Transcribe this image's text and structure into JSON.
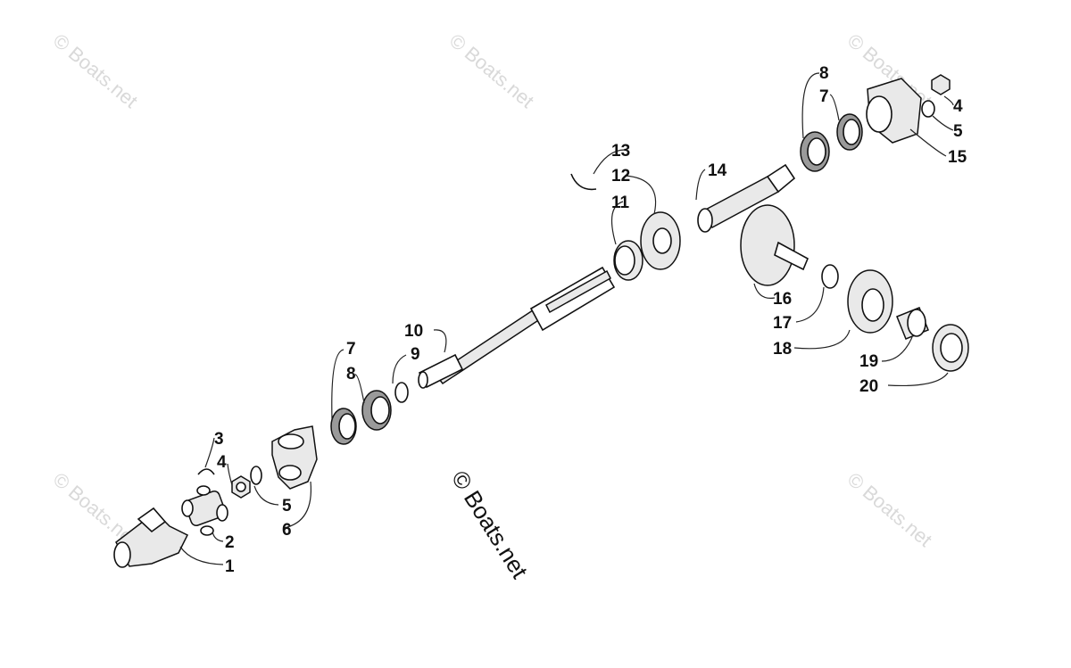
{
  "diagram": {
    "labels": [
      "1",
      "2",
      "3",
      "4",
      "5",
      "6",
      "7",
      "8",
      "9",
      "10",
      "11",
      "12",
      "13",
      "14",
      "15",
      "16",
      "17",
      "18",
      "19",
      "20",
      "4",
      "5",
      "7",
      "8"
    ]
  },
  "watermark": {
    "text": "© Boats.net"
  }
}
